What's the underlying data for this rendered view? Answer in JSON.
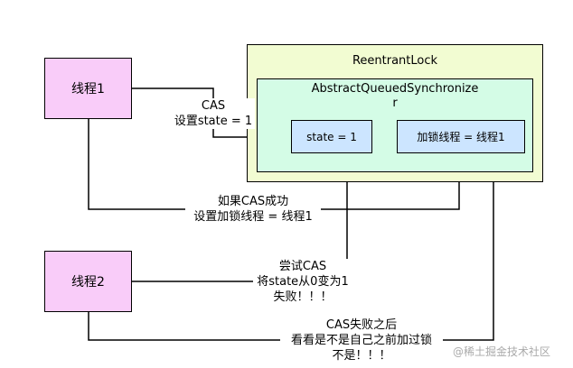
{
  "nodes": {
    "thread1": "线程1",
    "thread2": "线程2",
    "lock": "ReentrantLock",
    "aqs_line1": "AbstractQueuedSynchronize",
    "aqs_line2": "r",
    "state": "state = 1",
    "owner": "加锁线程 = 线程1"
  },
  "edge_labels": {
    "cas_l1": "CAS",
    "cas_l2": "设置state = 1",
    "success_l1": "如果CAS成功",
    "success_l2": "设置加锁线程 = 线程1",
    "try_l1": "尝试CAS",
    "try_l2": "将state从0变为1",
    "try_l3": "失败！！！",
    "fail_l1": "CAS失败之后",
    "fail_l2": "看看是不是自己之前加过锁",
    "fail_l3": "不是！！！"
  },
  "watermark": "@稀土掘金技术社区",
  "colors": {
    "thread_fill": "#f9ccf9",
    "lock_fill": "#f2fcd2",
    "lock_border": "#000000",
    "aqs_fill": "#d4fce6",
    "field_fill": "#cce5ff"
  }
}
